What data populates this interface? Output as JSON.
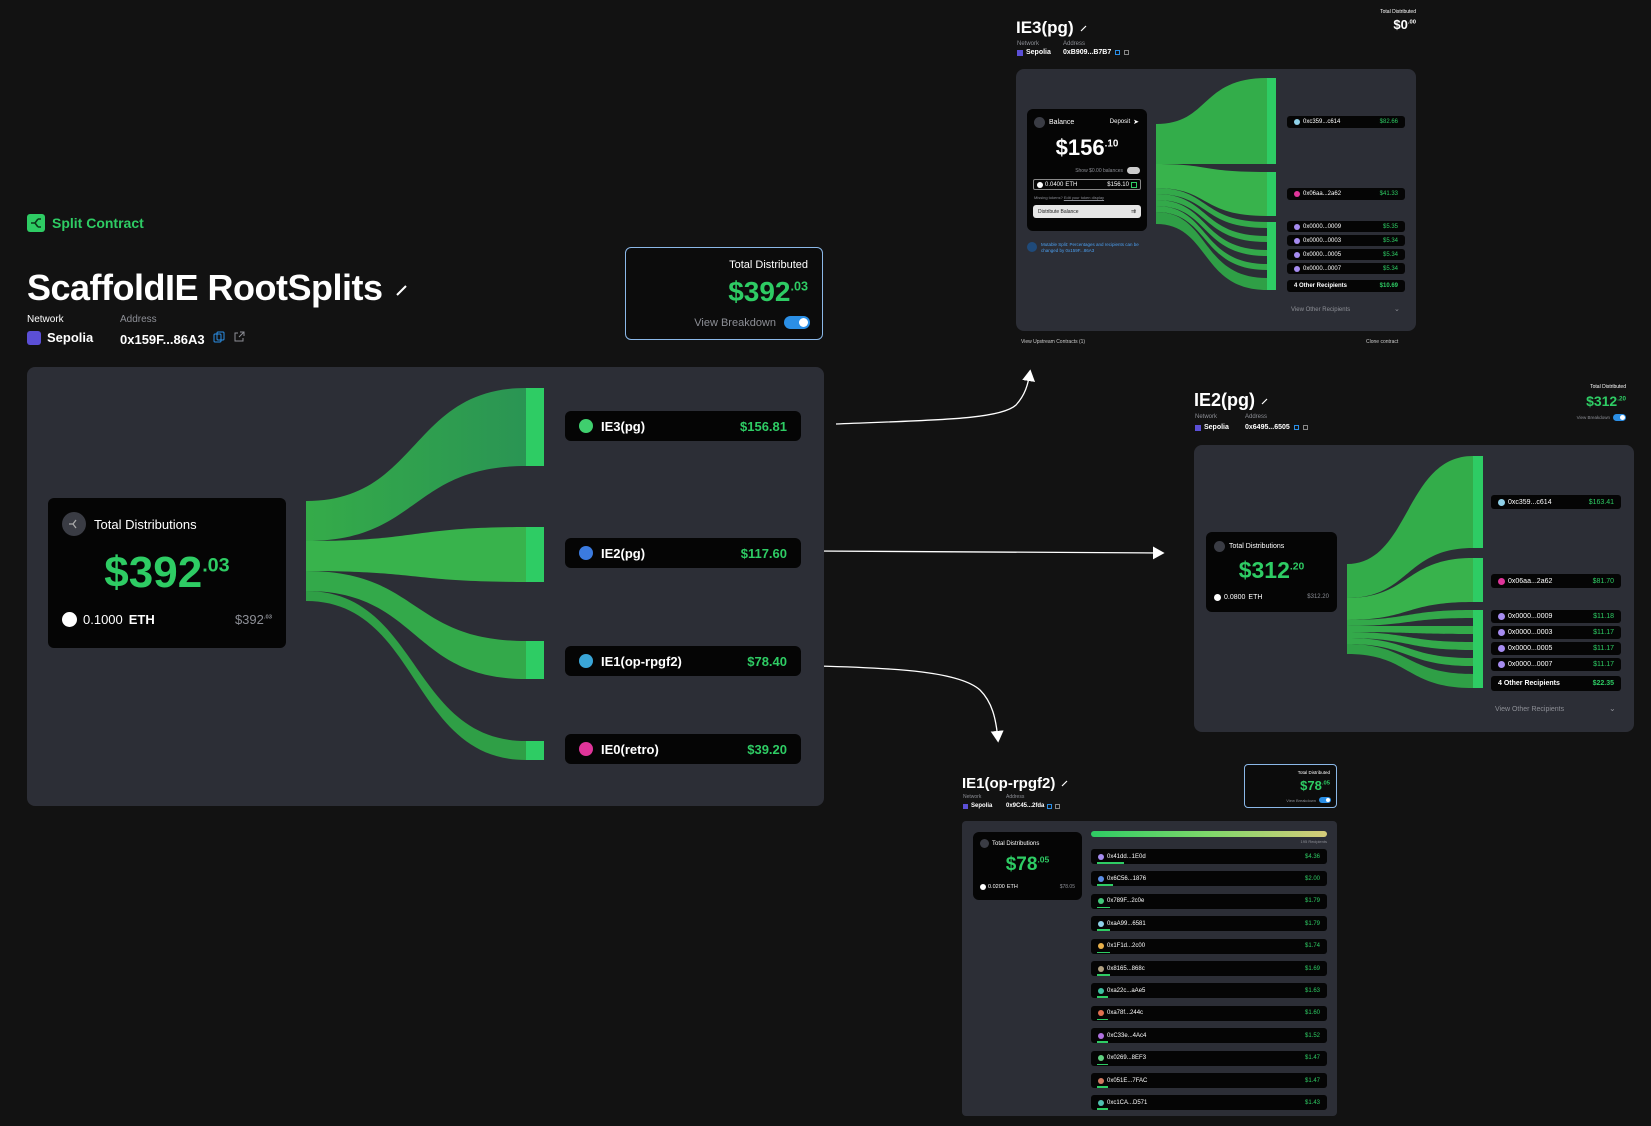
{
  "main": {
    "badge": "Split Contract",
    "title": "ScaffoldIE RootSplits",
    "network_label": "Network",
    "network_value": "Sepolia",
    "address_label": "Address",
    "address_value": "0x159F...86A3",
    "total": {
      "label": "Total Distributed",
      "whole": "$392",
      "cents": ".03",
      "breakdown_label": "View Breakdown"
    },
    "distributions": {
      "label": "Total Distributions",
      "whole": "$392",
      "cents": ".03",
      "eth_amount": "0.1000",
      "eth_symbol": "ETH",
      "usd_whole": "$392",
      "usd_cents": ".03"
    },
    "recipients": [
      {
        "name": "IE3(pg)",
        "value": "$156.81",
        "color": "#3fcf6e"
      },
      {
        "name": "IE2(pg)",
        "value": "$117.60",
        "color": "#3b7be0"
      },
      {
        "name": "IE1(op-rpgf2)",
        "value": "$78.40",
        "color": "#3aa6d8"
      },
      {
        "name": "IE0(retro)",
        "value": "$39.20",
        "color": "#e0359a"
      }
    ]
  },
  "ie3": {
    "title": "IE3(pg)",
    "network_label": "Network",
    "network_value": "Sepolia",
    "address_label": "Address",
    "address_value": "0xB909...B7B7",
    "total_label": "Total Distributed",
    "total_whole": "$0",
    "total_cents": ".00",
    "balance_label": "Balance",
    "deposit_label": "Deposit",
    "balance_whole": "$156",
    "balance_cents": ".10",
    "show_zero": "Show $0.00 balances",
    "eth_amount": "0.0400",
    "eth_symbol": "ETH",
    "eth_usd": "$156.10",
    "missing_prefix": "Missing tokens?",
    "missing_link": "Edit your token display",
    "distribute_label": "Distribute Balance",
    "mutable_note": "Mutable Split: Percentages and recipients can be changed by 0x159F...86A3",
    "recipients": [
      {
        "name": "0xc359...c614",
        "value": "$82.66"
      },
      {
        "name": "0x06aa...2a62",
        "value": "$41.33"
      },
      {
        "name": "0x0000...0009",
        "value": "$5.35"
      },
      {
        "name": "0x0000...0003",
        "value": "$5.34"
      },
      {
        "name": "0x0000...0005",
        "value": "$5.34"
      },
      {
        "name": "0x0000...0007",
        "value": "$5.34"
      }
    ],
    "other": {
      "name": "4 Other Recipients",
      "value": "$10.69"
    },
    "view_other": "View Other Recipients",
    "upstream": "View Upstream Contracts (1)",
    "clone": "Clone contract"
  },
  "ie2": {
    "title": "IE2(pg)",
    "network_label": "Network",
    "network_value": "Sepolia",
    "address_label": "Address",
    "address_value": "0x6495...6505",
    "total_label": "Total Distributed",
    "total_whole": "$312",
    "total_cents": ".20",
    "breakdown_label": "View Breakdown",
    "dist_label": "Total Distributions",
    "dist_whole": "$312",
    "dist_cents": ".20",
    "eth_amount": "0.0800",
    "eth_symbol": "ETH",
    "eth_usd": "$312.20",
    "recipients": [
      {
        "name": "0xc359...c614",
        "value": "$163.41"
      },
      {
        "name": "0x06aa...2a62",
        "value": "$81.70"
      },
      {
        "name": "0x0000...0009",
        "value": "$11.18"
      },
      {
        "name": "0x0000...0003",
        "value": "$11.17"
      },
      {
        "name": "0x0000...0005",
        "value": "$11.17"
      },
      {
        "name": "0x0000...0007",
        "value": "$11.17"
      }
    ],
    "other": {
      "name": "4 Other Recipients",
      "value": "$22.35"
    },
    "view_other": "View Other Recipients"
  },
  "ie1": {
    "title": "IE1(op-rpgf2)",
    "network_label": "Network",
    "network_value": "Sepolia",
    "address_label": "Address",
    "address_value": "0x9C45...2fda",
    "total_label": "Total Distributed",
    "total_whole": "$78",
    "total_cents": ".05",
    "breakdown_label": "View Breakdown",
    "dist_label": "Total Distributions",
    "dist_whole": "$78",
    "dist_cents": ".05",
    "eth_amount": "0.0200",
    "eth_symbol": "ETH",
    "eth_usd": "$78.05",
    "recipient_count": "195 Recipients",
    "recipients": [
      {
        "name": "0x41dd...1E0d",
        "value": "$4.36",
        "color": "#a68cf0"
      },
      {
        "name": "0x6C56...1876",
        "value": "$2.00",
        "color": "#5b8de6"
      },
      {
        "name": "0x789F...2c0e",
        "value": "$1.79",
        "color": "#43c77a"
      },
      {
        "name": "0xaA99...6581",
        "value": "$1.79",
        "color": "#8fd0e8"
      },
      {
        "name": "0x1F1d...2c00",
        "value": "$1.74",
        "color": "#e8b04a"
      },
      {
        "name": "0x8165...868c",
        "value": "$1.69",
        "color": "#b0a080"
      },
      {
        "name": "0xa22c...aAe5",
        "value": "$1.63",
        "color": "#3fc0a0"
      },
      {
        "name": "0xa78f...244c",
        "value": "$1.60",
        "color": "#e07050"
      },
      {
        "name": "0xC33e...4Ac4",
        "value": "$1.52",
        "color": "#b070e0"
      },
      {
        "name": "0x0269...8EF3",
        "value": "$1.47",
        "color": "#60d080"
      },
      {
        "name": "0x051E...7FAC",
        "value": "$1.47",
        "color": "#d07a60"
      },
      {
        "name": "0xc1CA...D571",
        "value": "$1.43",
        "color": "#50c0b0"
      }
    ]
  }
}
